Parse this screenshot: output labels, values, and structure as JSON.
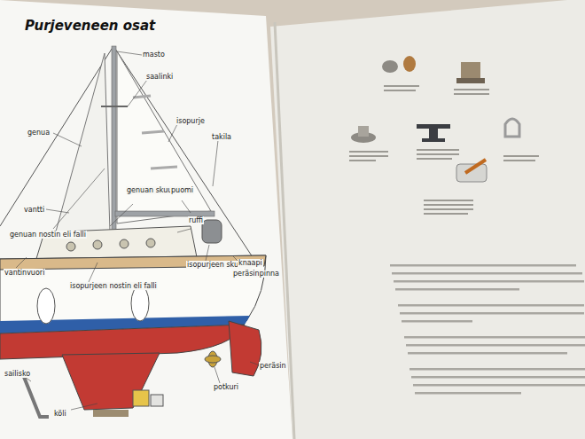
{
  "diagram": {
    "title": "Purjeveneen osat",
    "labels": [
      "masto",
      "saalinki",
      "isopurje",
      "takila",
      "genua",
      "genuan skuutti",
      "puomi",
      "ruffi",
      "vantti",
      "genuan nostin eli falli",
      "vantinvuori",
      "isopurjeen nostin eli falli",
      "isopurjeen skuutti",
      "knaapi",
      "peräsinpinna",
      "peräsin",
      "potkuri",
      "köli",
      "sailisko"
    ]
  }
}
